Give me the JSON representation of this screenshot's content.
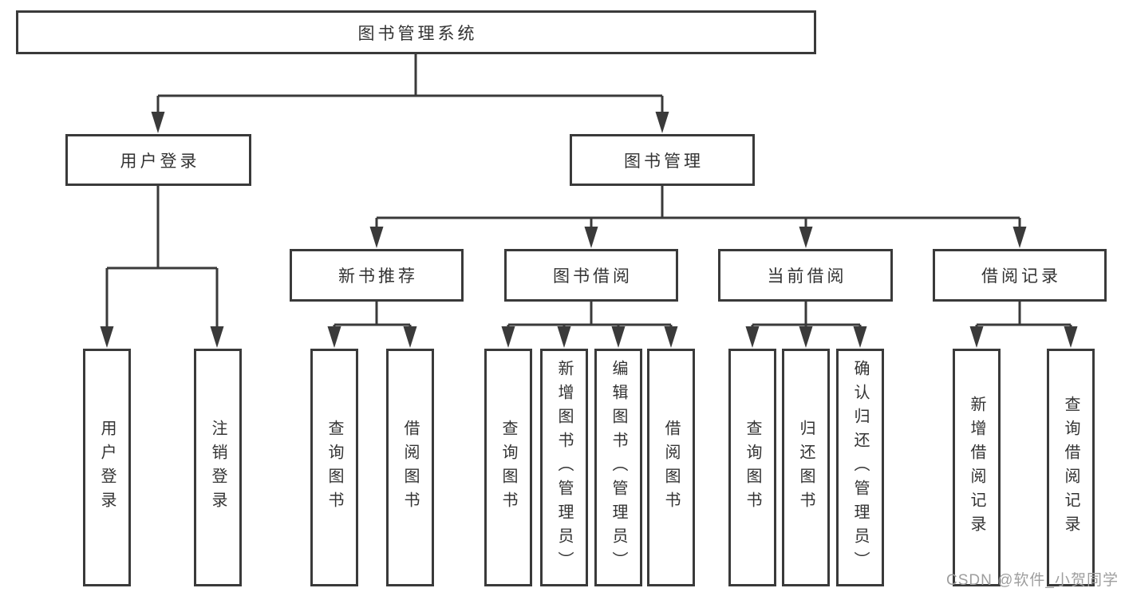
{
  "root": {
    "label": "图书管理系统"
  },
  "level2": [
    {
      "label": "用户登录",
      "children": [
        "用户登录",
        "注销登录"
      ]
    },
    {
      "label": "图书管理",
      "sections": [
        {
          "label": "新书推荐",
          "children": [
            "查询图书",
            "借阅图书"
          ]
        },
        {
          "label": "图书借阅",
          "children": [
            "查询图书",
            "新增图书（管理员）",
            "编辑图书（管理员）",
            "借阅图书"
          ]
        },
        {
          "label": "当前借阅",
          "children": [
            "查询图书",
            "归还图书",
            "确认归还（管理员）"
          ]
        },
        {
          "label": "借阅记录",
          "children": [
            "新增借阅记录",
            "查询借阅记录"
          ]
        }
      ]
    }
  ],
  "watermark": {
    "text": "CSDN @软件_小贺同学"
  },
  "colors": {
    "line": "#3a3a3a",
    "text": "#333333",
    "box_bg": "#ffffff",
    "background": "#ffffff",
    "watermark": "#9e9e9e"
  }
}
